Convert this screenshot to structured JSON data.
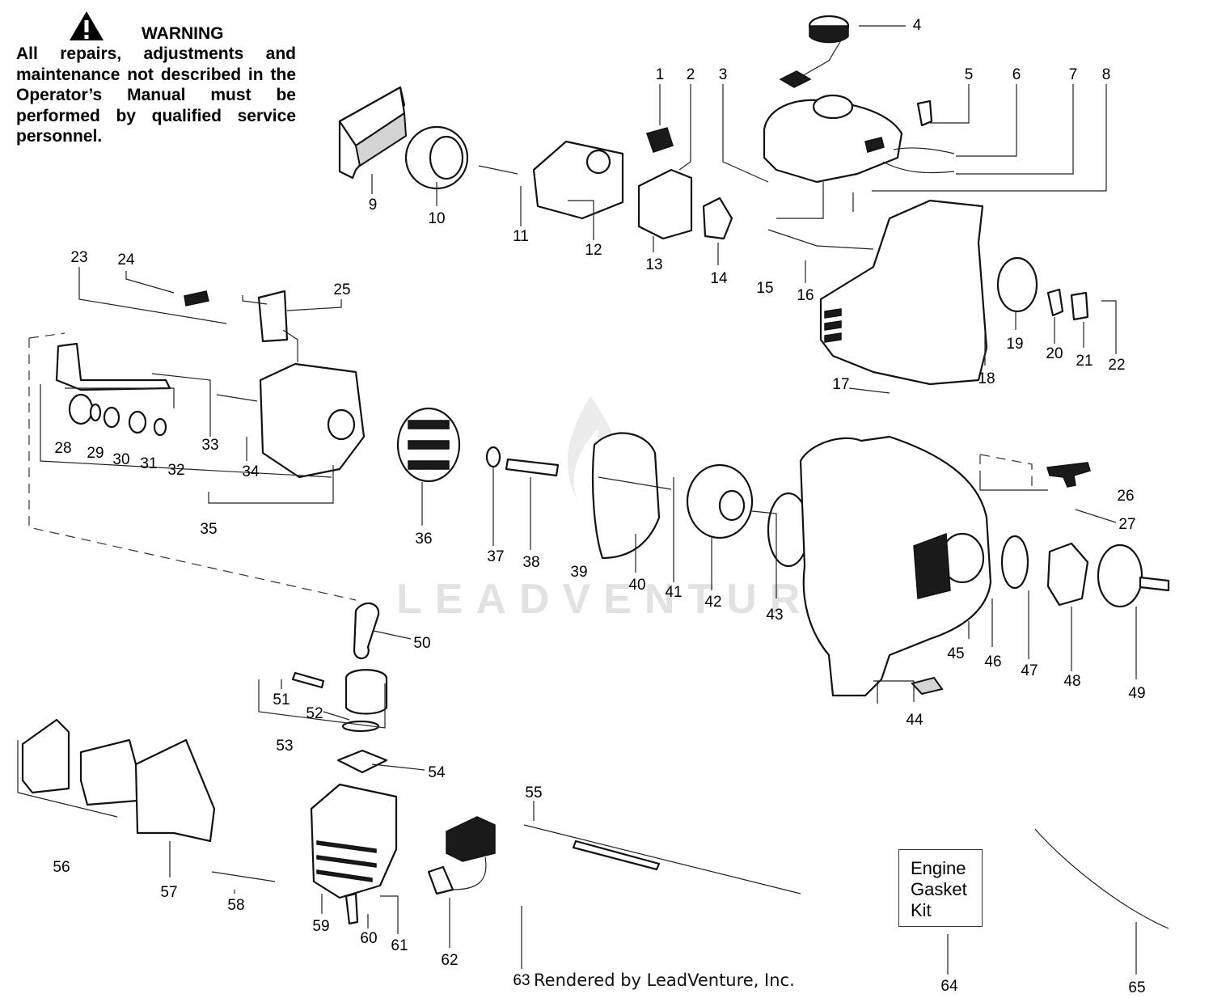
{
  "warning": {
    "title": "WARNING",
    "text": "All repairs, adjustments and maintenance not described in the Operator’s Manual must be performed by qualified service personnel."
  },
  "kit_box": {
    "lines": [
      "Engine",
      "Gasket",
      "Kit"
    ]
  },
  "credit": "Rendered by LeadVenture, Inc.",
  "watermark": "LEADVENTURE",
  "callouts": [
    "1",
    "2",
    "3",
    "4",
    "5",
    "6",
    "7",
    "8",
    "9",
    "10",
    "11",
    "12",
    "13",
    "14",
    "15",
    "16",
    "17",
    "18",
    "19",
    "20",
    "21",
    "22",
    "23",
    "24",
    "25",
    "26",
    "27",
    "28",
    "29",
    "30",
    "31",
    "32",
    "33",
    "34",
    "35",
    "36",
    "37",
    "38",
    "39",
    "40",
    "41",
    "42",
    "43",
    "44",
    "45",
    "46",
    "47",
    "48",
    "49",
    "50",
    "51",
    "52",
    "53",
    "54",
    "55",
    "56",
    "57",
    "58",
    "59",
    "60",
    "61",
    "62",
    "63",
    "64",
    "65"
  ]
}
